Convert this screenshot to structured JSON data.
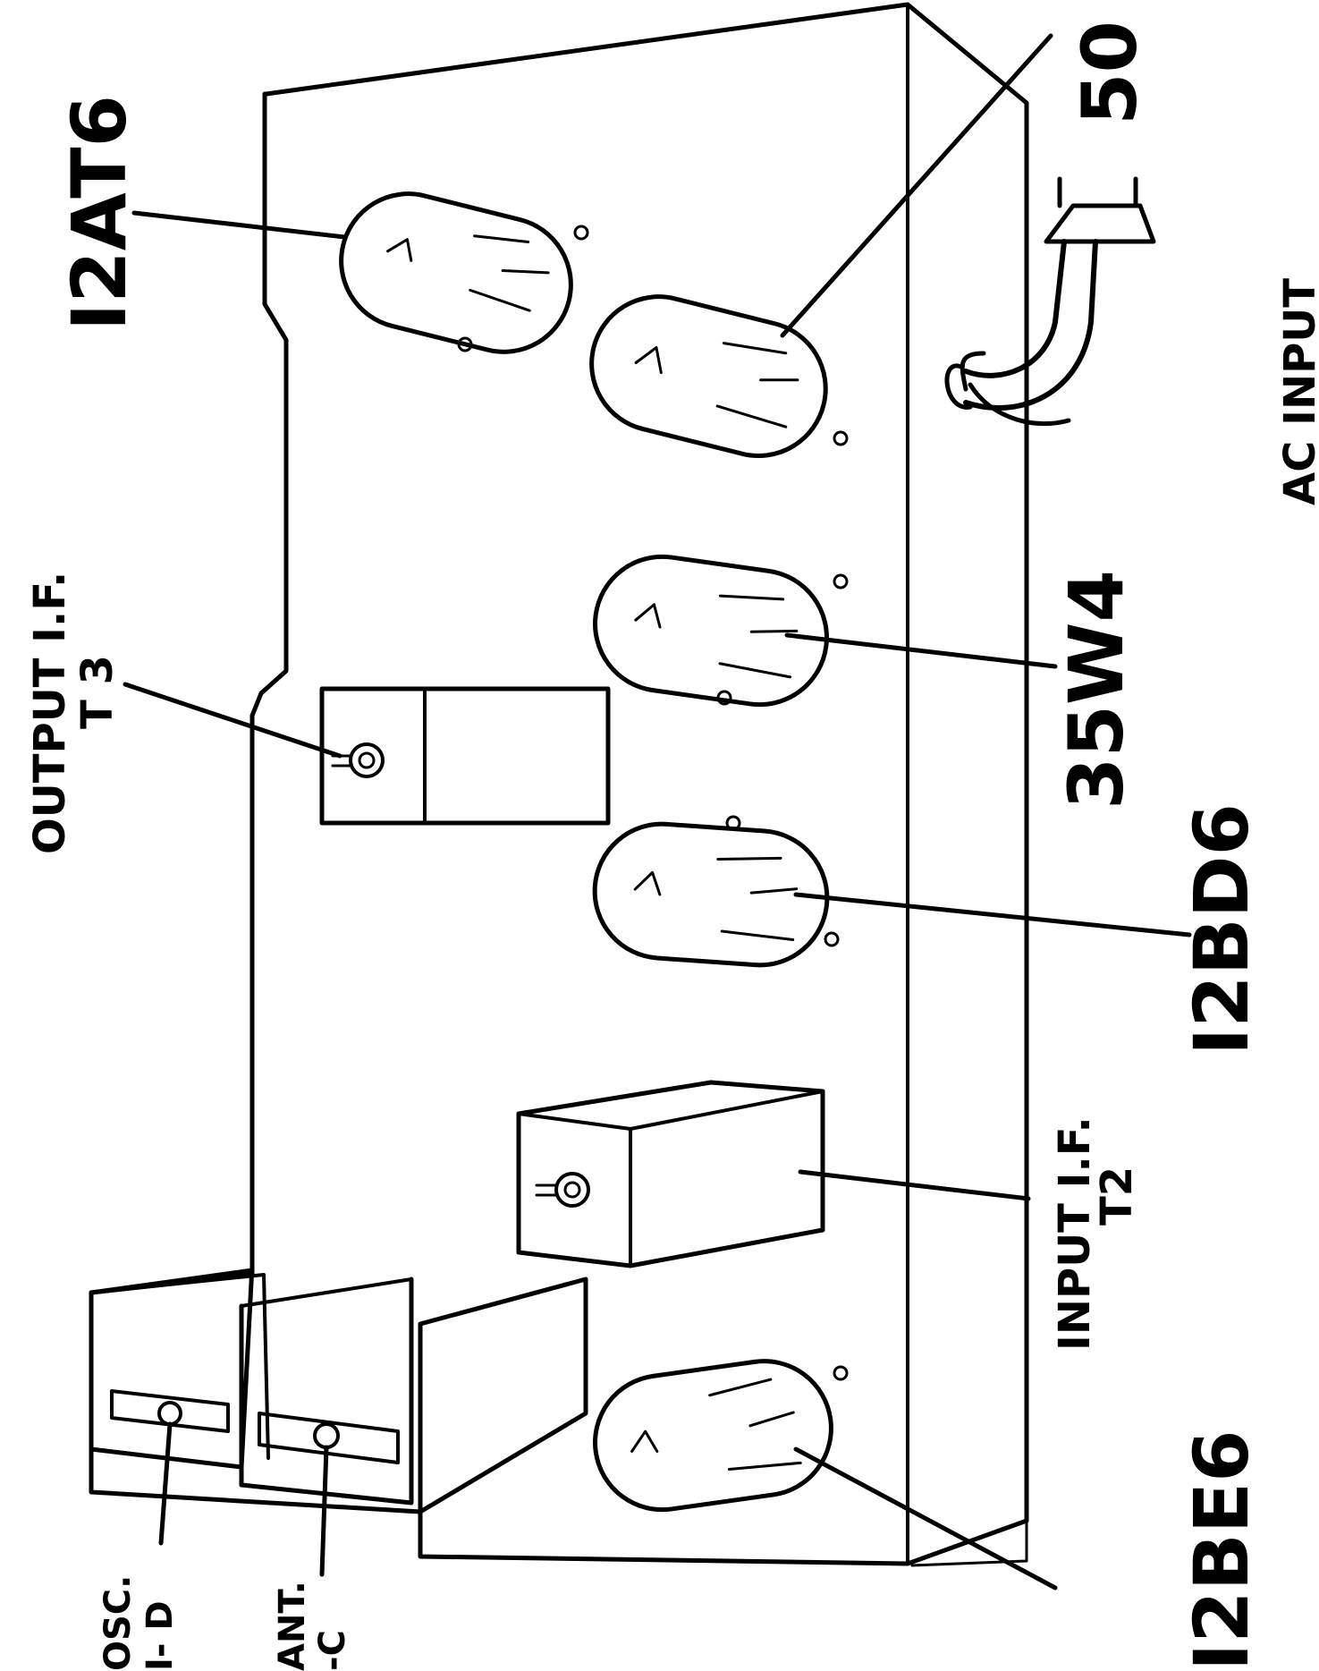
{
  "diagram": {
    "tubes": {
      "tube_12at6": "I2AT6",
      "tube_50": "50",
      "tube_35w4": "35W4",
      "tube_12bd6": "I2BD6",
      "tube_12be6": "I2BE6"
    },
    "transformers": {
      "output_if_line1": "OUTPUT I.F.",
      "output_if_line2": "T 3",
      "input_if_line1": "INPUT I.F.",
      "input_if_line2": "T2"
    },
    "ac_input": "AC INPUT",
    "coils": {
      "osc_line1": "OSC.",
      "osc_line2": "I- D",
      "ant_line1": "ANT.",
      "ant_line2": "-C"
    }
  },
  "colors": {
    "ink": "#000000",
    "background": "#ffffff"
  }
}
